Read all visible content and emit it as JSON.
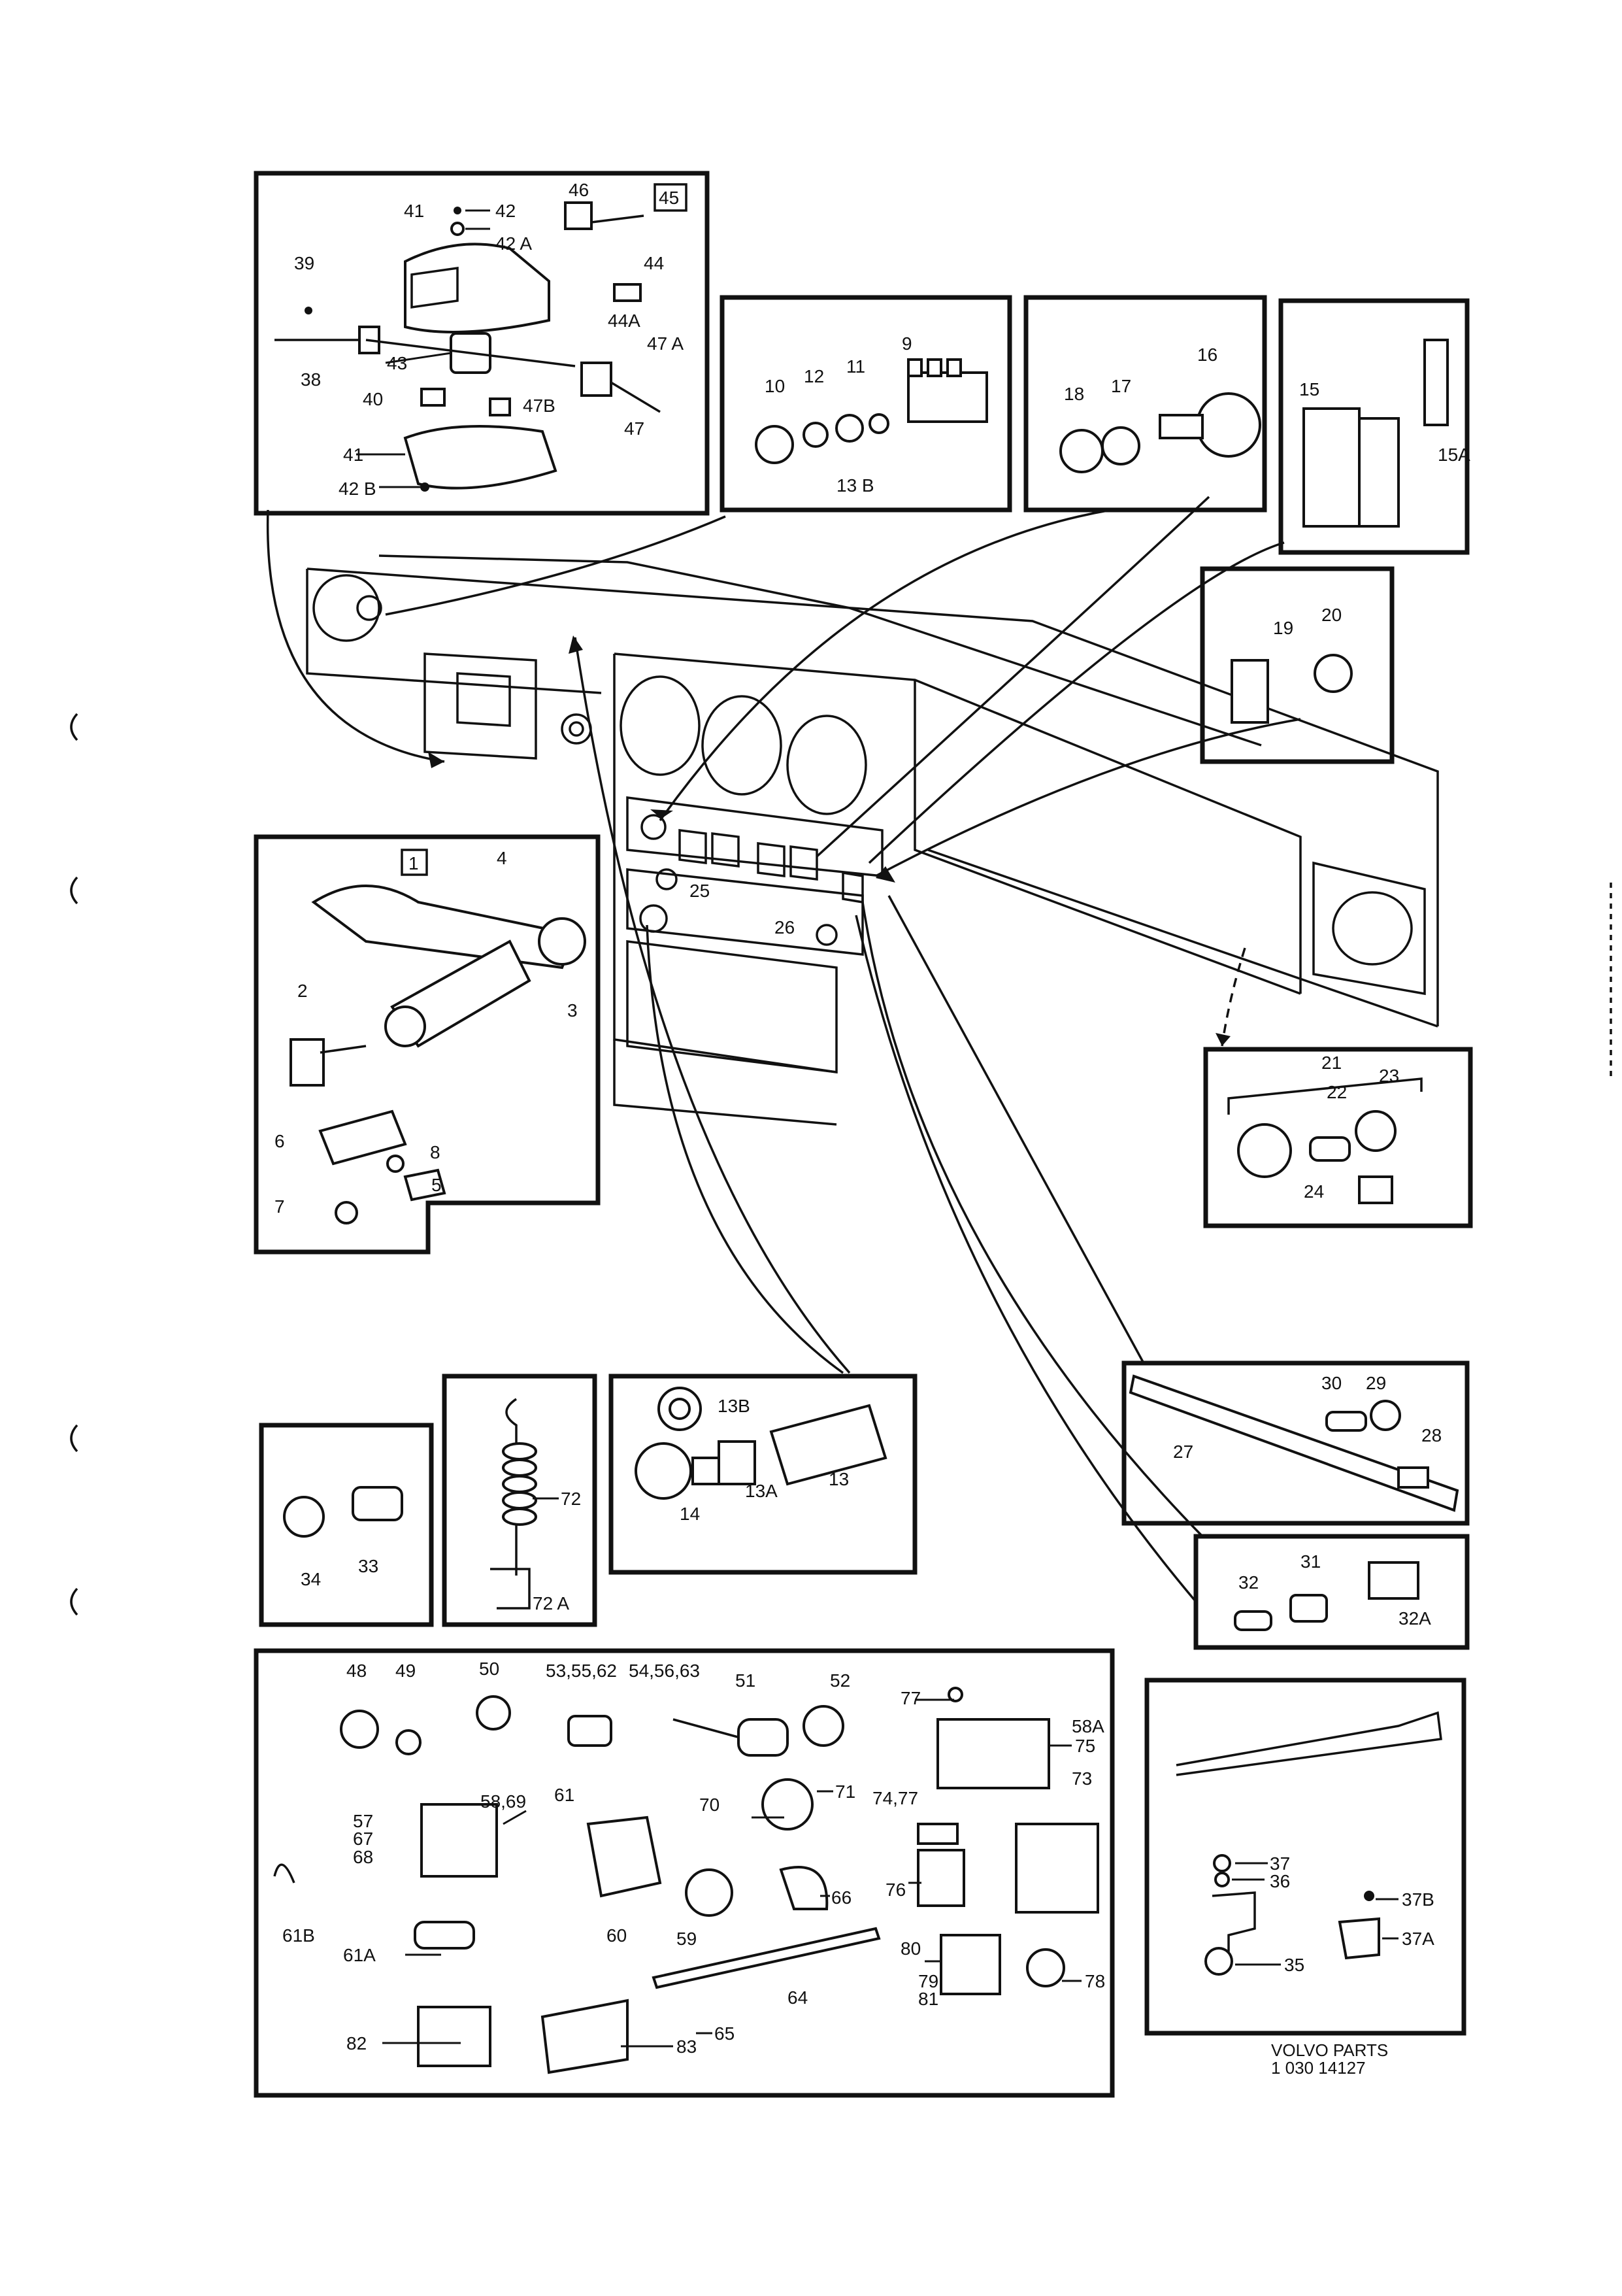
{
  "footer": {
    "line1": "VOLVO PARTS",
    "line2": "1 030 14127"
  },
  "labels": {
    "steering": [
      "41",
      "42",
      "42 A",
      "46",
      "45",
      "39",
      "44",
      "44A",
      "47 A",
      "43",
      "38",
      "40",
      "47B",
      "47",
      "41",
      "42 B"
    ],
    "switch": [
      "9",
      "10",
      "12",
      "11",
      "13 B"
    ],
    "knob": [
      "16",
      "17",
      "18"
    ],
    "rocker": [
      "15",
      "15A"
    ],
    "bulb": [
      "19",
      "20"
    ],
    "lock": [
      "1",
      "4",
      "2",
      "3",
      "6",
      "8",
      "5",
      "7"
    ],
    "lamp": [
      "21",
      "22",
      "23",
      "24"
    ],
    "dash": [
      "25",
      "26"
    ],
    "spring": [
      "72",
      "72 A"
    ],
    "cigar": [
      "13B",
      "13",
      "13A",
      "14"
    ],
    "holder": [
      "34",
      "33"
    ],
    "strip": [
      "30",
      "29",
      "28",
      "27"
    ],
    "fuse": [
      "32",
      "31",
      "32A"
    ],
    "door": [
      "37",
      "36",
      "37B",
      "37A",
      "35"
    ],
    "relays": [
      "48",
      "49",
      "50",
      "53,55,62",
      "54,56,63",
      "51",
      "52",
      "77",
      "58A",
      "75",
      "57",
      "67",
      "68",
      "58,69",
      "61",
      "70",
      "71",
      "74,77",
      "73",
      "66",
      "76",
      "60",
      "59",
      "80",
      "61B",
      "64",
      "79",
      "81",
      "78",
      "61A",
      "65",
      "82",
      "83"
    ]
  }
}
